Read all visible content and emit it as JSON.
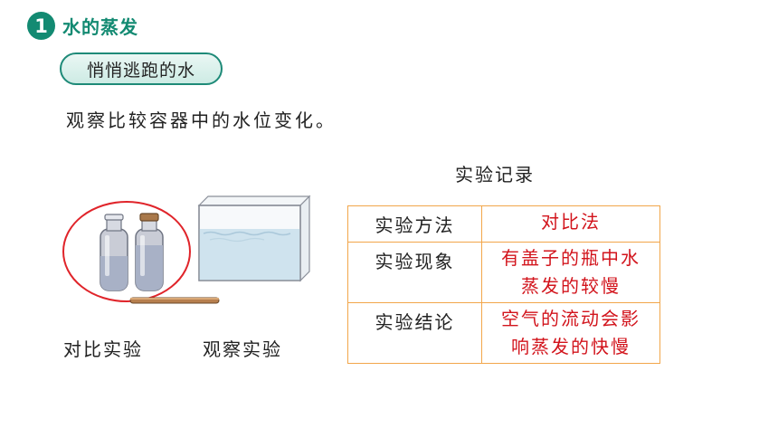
{
  "header": {
    "number": "1",
    "title": "水的蒸发"
  },
  "subtitle": "悄悄逃跑的水",
  "instruction": "观察比较容器中的水位变化。",
  "record": {
    "title": "实验记录",
    "rows": [
      {
        "key": "实验方法",
        "value_lines": [
          "对比法"
        ]
      },
      {
        "key": "实验现象",
        "value_lines": [
          "有盖子的瓶中水",
          "蒸发的较慢"
        ]
      },
      {
        "key": "实验结论",
        "value_lines": [
          "空气的流动会影",
          "响蒸发的快慢"
        ]
      }
    ]
  },
  "captions": {
    "left": "对比实验",
    "right": "观察实验"
  },
  "colors": {
    "accent": "#138a72",
    "answer": "#d2141c",
    "table_border": "#f2a64a",
    "ellipse": "#e0242a"
  }
}
